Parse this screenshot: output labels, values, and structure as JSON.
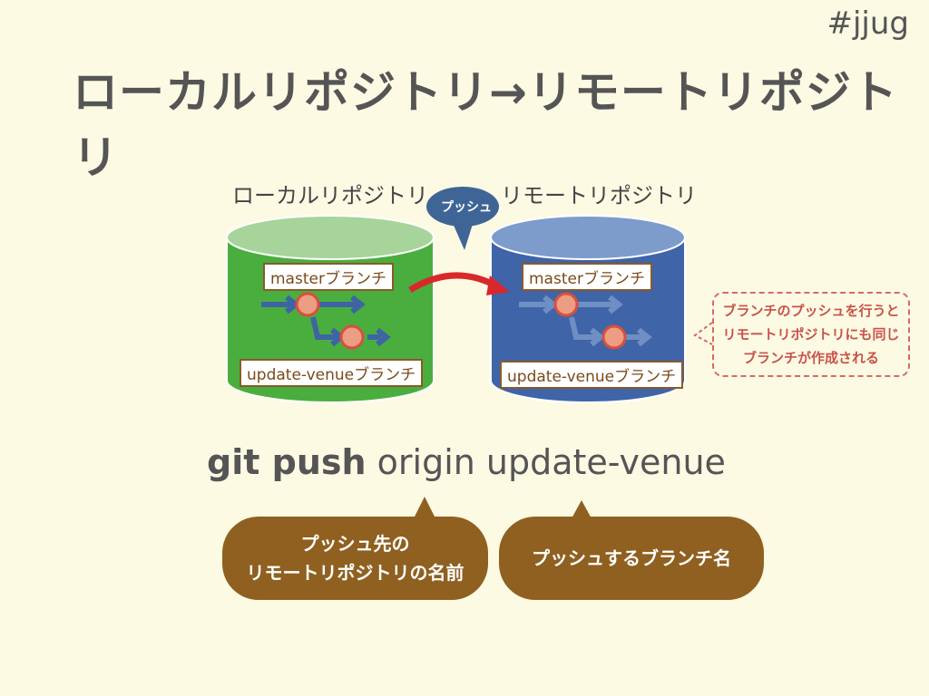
{
  "tag": "#jjug",
  "title": "ローカルリポジトリ→リモートリポジトリ",
  "local_repo": {
    "label": "ローカルリポジトリ",
    "master_branch": "masterブランチ",
    "feature_branch": "update-venueブランチ",
    "color": "#4aae3e"
  },
  "remote_repo": {
    "label": "リモートリポジトリ",
    "master_branch": "masterブランチ",
    "feature_branch": "update-venueブランチ",
    "color": "#3f64a8"
  },
  "push_bubble": "プッシュ",
  "note": {
    "line1": "ブランチのプッシュを行うと",
    "line2": "リモートリポジトリにも同じ",
    "line3": "ブランチが作成される"
  },
  "command": {
    "keyword": "git push",
    "args": "origin update-venue"
  },
  "callouts": [
    {
      "line1": "プッシュ先の",
      "line2": "リモートリポジトリの名前"
    },
    {
      "line1": "プッシュするブランチ名"
    }
  ]
}
